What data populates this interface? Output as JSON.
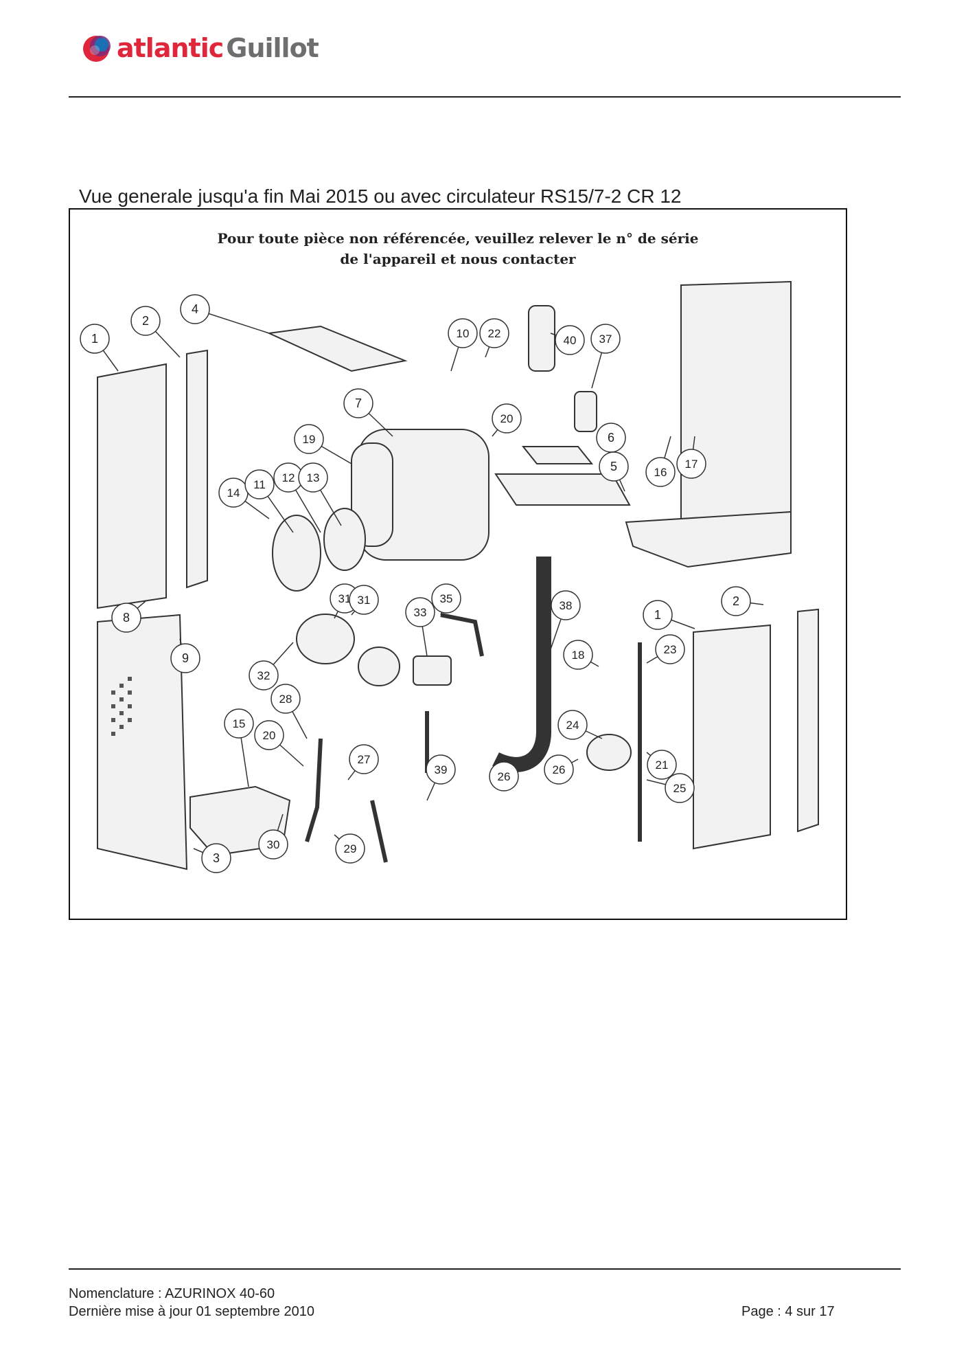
{
  "header": {
    "brand_primary": "atlantic",
    "brand_secondary": "Guillot",
    "logo_colors": [
      "#e0263a",
      "#1b6fb5",
      "#7a2a7a"
    ]
  },
  "title": "Vue generale jusqu'a fin Mai 2015 ou avec circulateur RS15/7-2 CR 12",
  "diagram": {
    "notice_line1": "Pour toute pièce non référencée, veuillez relever le n° de série",
    "notice_line2": "de l'appareil et nous contacter",
    "callouts": [
      "1",
      "2",
      "4",
      "10",
      "22",
      "40",
      "37",
      "7",
      "20",
      "19",
      "6",
      "5",
      "16",
      "17",
      "14",
      "11",
      "12",
      "13",
      "31",
      "31",
      "35",
      "33",
      "38",
      "2",
      "1",
      "8",
      "9",
      "32",
      "18",
      "23",
      "28",
      "15",
      "20",
      "27",
      "39",
      "24",
      "26",
      "26",
      "21",
      "25",
      "30",
      "29",
      "3"
    ]
  },
  "footer": {
    "line1": "Nomenclature : AZURINOX 40-60",
    "line2": "Dernière mise à jour 01 septembre 2010",
    "page": "Page : 4 sur 17"
  }
}
